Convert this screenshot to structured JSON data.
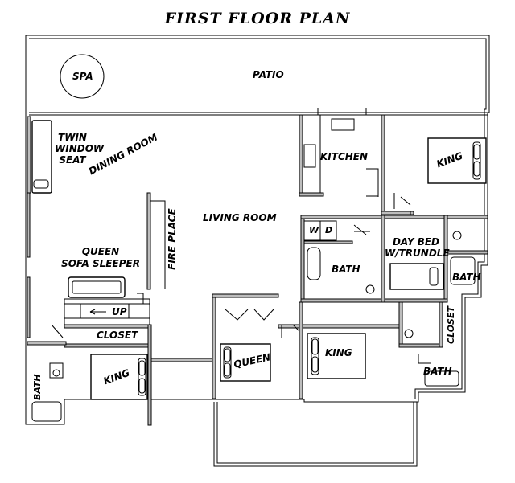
{
  "title": "FIRST FLOOR PLAN",
  "rooms": {
    "spa": "SPA",
    "patio": "PATIO",
    "twin_window_seat": [
      "TWIN",
      "WINDOW",
      "SEAT"
    ],
    "dining_room": "DINING ROOM",
    "kitchen": "KITCHEN",
    "king_top_right": "KING",
    "living_room": "LIVING ROOM",
    "fire_place": "FIRE PLACE",
    "washer": "W",
    "dryer": "D",
    "bath_center": "BATH",
    "day_bed": [
      "DAY BED",
      "W/TRUNDLE"
    ],
    "bath_right": "BATH",
    "queen_sofa": [
      "QUEEN",
      "SOFA SLEEPER"
    ],
    "stairs_up": "UP",
    "closet_left": "CLOSET",
    "closet_right": "CLOSET",
    "queen_bed": "QUEEN",
    "king_center": "KING",
    "bath_lower_right": "BATH",
    "king_lower_left": "KING",
    "bath_left": "BATH"
  }
}
